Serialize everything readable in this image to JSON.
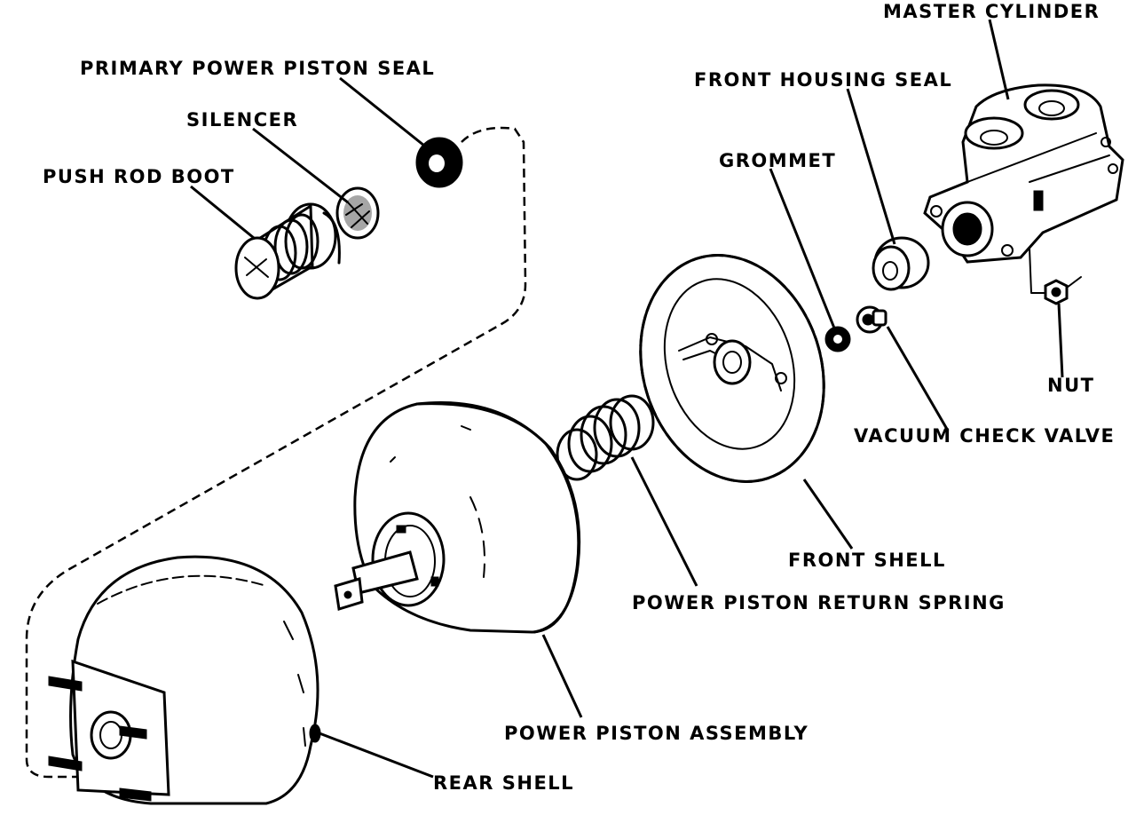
{
  "labels": {
    "master_cylinder": "MASTER CYLINDER",
    "primary_power_piston_seal": "PRIMARY POWER PISTON SEAL",
    "front_housing_seal": "FRONT HOUSING SEAL",
    "silencer": "SILENCER",
    "push_rod_boot": "PUSH ROD BOOT",
    "grommet": "GROMMET",
    "nut": "NUT",
    "vacuum_check_valve": "VACUUM CHECK VALVE",
    "front_shell": "FRONT SHELL",
    "power_piston_return_spring": "POWER PISTON RETURN SPRING",
    "power_piston_assembly": "POWER PISTON ASSEMBLY",
    "rear_shell": "REAR SHELL"
  }
}
